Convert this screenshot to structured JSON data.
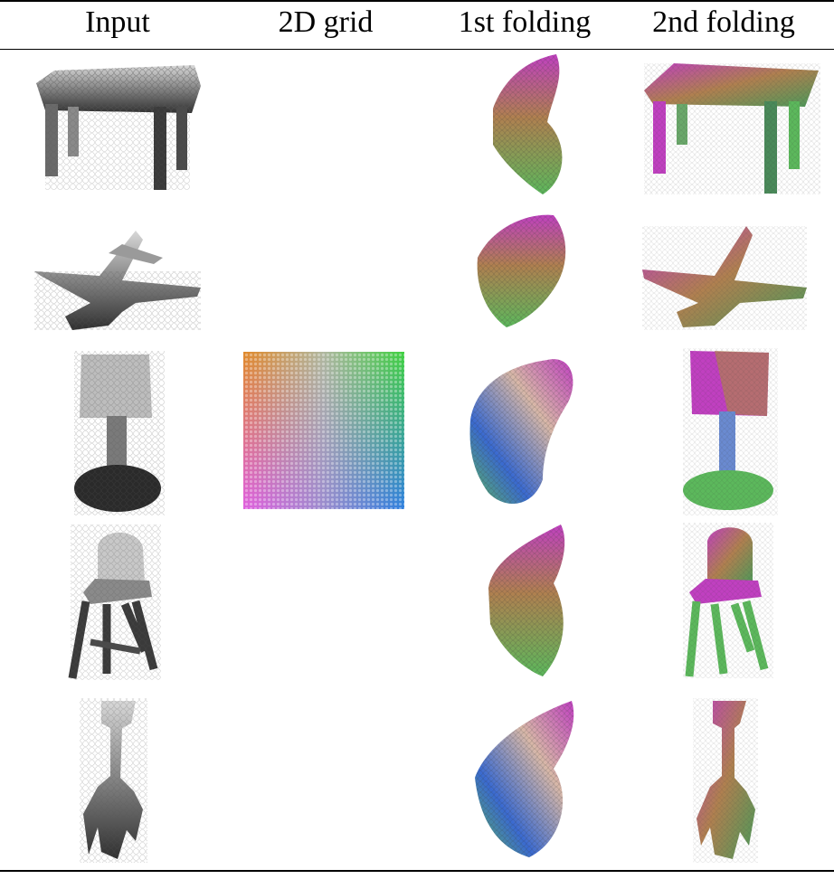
{
  "table": {
    "headers": [
      "Input",
      "2D grid",
      "1st folding",
      "2nd folding"
    ],
    "rows": [
      {
        "object": "table"
      },
      {
        "object": "airplane"
      },
      {
        "object": "lamp"
      },
      {
        "object": "chair"
      },
      {
        "object": "guitar"
      }
    ]
  },
  "colors": {
    "input_points_light": "#d0d0d0",
    "input_points_dark": "#2a2a2a",
    "grid_top_left": "#e08a2a",
    "grid_top_right": "#40d040",
    "grid_bottom_left": "#e060e0",
    "grid_bottom_right": "#3080e0",
    "fold_magenta": "#c040c0",
    "fold_green": "#5cb85c",
    "fold_brown": "#b08050",
    "fold_blue": "#3a6ad0"
  }
}
